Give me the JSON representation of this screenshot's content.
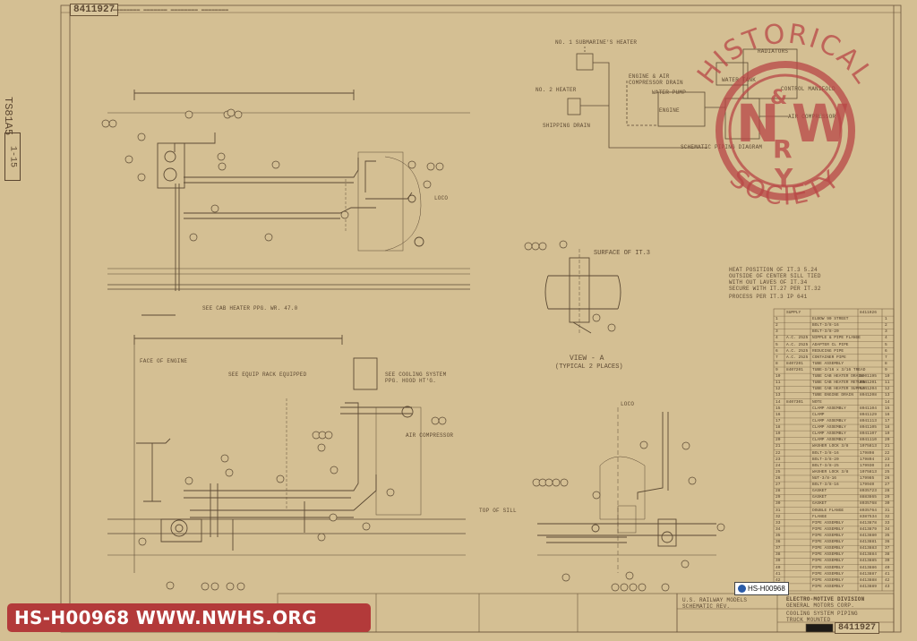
{
  "drawing": {
    "number": "8411927",
    "side_ref": "TS81A5",
    "side_code": "1-15"
  },
  "schematic": {
    "title": "SCHEMATIC PIPING DIAGRAM",
    "labels": [
      "NO. 1 SUBMARINE'S HEATER",
      "NO. 2 HEATER",
      "SHIPPING DRAIN",
      "ENGINE & AIR COMPRESSOR DRAIN",
      "WATER PUMP",
      "ENGINE",
      "WATER TANK",
      "RADIATORS",
      "CONTROL MANIFOLD",
      "AIR COMPRESSOR"
    ]
  },
  "views": {
    "view_a_title": "VIEW - A",
    "view_a_sub": "(TYPICAL 2 PLACES)",
    "surface_label": "SURFACE OF IT.3",
    "note_text": [
      "HEAT POSITION OF IT.3 5.24",
      "OUTSIDE OF CENTER SILL TIED",
      "WITH OUT LAVES OF IT.34",
      "SECURE WITH IT.27 PER IT.32"
    ],
    "process_note": "PROCESS PER IT.3 IP 641",
    "see_cab_heater": "SEE CAB HEATER PPG. WR. 47.0",
    "face_of_engine": "FACE OF ENGINE",
    "see_equip_rack": "SEE EQUIP RACK EQUIPPED",
    "see_cooling": "SEE COOLING SYSTEM PPG. HOOD HT'G.",
    "air_compressor": "AIR COMPRESSOR",
    "top_of_sill": "TOP OF SILL",
    "cl_loco_1": "LOCO",
    "cl_loco_2": "LOCO"
  },
  "title_block": {
    "company": "ELECTRO-MOTIVE DIVISION",
    "company_sub": "GENERAL MOTORS CORP.",
    "title1": "COOLING SYSTEM PIPING",
    "title2": "TRUCK MOUNTED",
    "left1": "U.S. RAILWAY MODELS",
    "left2": "SCHEMATIC REV.",
    "number": "8411927"
  },
  "bom": {
    "header": [
      "",
      "SUPPLY",
      "",
      "8411926"
    ],
    "rows": [
      [
        "1",
        "",
        "ELBOW 90 STREET",
        "",
        "1"
      ],
      [
        "2",
        "",
        "BOLT-3/8-16",
        "",
        "2"
      ],
      [
        "3",
        "",
        "BOLT-3/8-20",
        "",
        "3"
      ],
      [
        "4",
        "A.C. 2525",
        "NIPPLE & PIPE FLANGE",
        "",
        "4"
      ],
      [
        "5",
        "A.C. 2525",
        "ADAPTER CL PIPE",
        "",
        "5"
      ],
      [
        "6",
        "A.C. 2525",
        "REDUCING PIPE",
        "",
        "6"
      ],
      [
        "7",
        "A.C. 2525",
        "CONTAINER PIPE",
        "",
        "7"
      ],
      [
        "8",
        "8407201",
        "TUBE ASSEMBLY",
        "",
        "8"
      ],
      [
        "9",
        "8407201",
        "TUBE-3/16 x 3/16 TREAD",
        "",
        "9"
      ],
      [
        "10",
        "",
        "TUBE CAB HEATER DRAIN",
        "8001195",
        "10"
      ],
      [
        "11",
        "",
        "TUBE CAB HEATER RETURN",
        "8041201",
        "11"
      ],
      [
        "12",
        "",
        "TUBE CAB HEATER SUPPLY",
        "8041204",
        "12"
      ],
      [
        "13",
        "",
        "TUBE ENGINE DRAIN",
        "8041208",
        "13"
      ],
      [
        "14",
        "8407301",
        "NOTE",
        "",
        "14"
      ],
      [
        "15",
        "",
        "CLAMP ASSEMBLY",
        "8041104",
        "15"
      ],
      [
        "16",
        "",
        "CLAMP",
        "8041129",
        "16"
      ],
      [
        "17",
        "",
        "CLAMP ASSEMBLY",
        "8041113",
        "17"
      ],
      [
        "18",
        "",
        "CLAMP ASSEMBLY",
        "8041105",
        "18"
      ],
      [
        "19",
        "",
        "CLAMP ASSEMBLY",
        "8041107",
        "19"
      ],
      [
        "20",
        "",
        "CLAMP ASSEMBLY",
        "8041110",
        "20"
      ],
      [
        "21",
        "",
        "WASHER LOCK 3/8",
        "1075813",
        "21"
      ],
      [
        "22",
        "",
        "BOLT-3/8-16",
        "179898",
        "22"
      ],
      [
        "23",
        "",
        "BOLT-3/8-20",
        "179894",
        "23"
      ],
      [
        "24",
        "",
        "BOLT-3/8-25",
        "179930",
        "24"
      ],
      [
        "25",
        "",
        "WASHER LOCK 3/8",
        "1075813",
        "25"
      ],
      [
        "26",
        "",
        "NUT-3/8-16",
        "179985",
        "26"
      ],
      [
        "27",
        "",
        "BOLT-3/8-16",
        "179940",
        "27"
      ],
      [
        "28",
        "",
        "GASKET",
        "8035723",
        "28"
      ],
      [
        "29",
        "",
        "GASKET",
        "8883865",
        "29"
      ],
      [
        "30",
        "",
        "GASKET",
        "8035768",
        "30"
      ],
      [
        "31",
        "",
        "DOUBLE FLANGE",
        "8035764",
        "31"
      ],
      [
        "32",
        "",
        "FLANGE",
        "8387534",
        "32"
      ],
      [
        "33",
        "",
        "PIPE ASSEMBLY",
        "8413878",
        "33"
      ],
      [
        "34",
        "",
        "PIPE ASSEMBLY",
        "8413879",
        "34"
      ],
      [
        "35",
        "",
        "PIPE ASSEMBLY",
        "8413880",
        "35"
      ],
      [
        "36",
        "",
        "PIPE ASSEMBLY",
        "8413881",
        "36"
      ],
      [
        "37",
        "",
        "PIPE ASSEMBLY",
        "8413883",
        "37"
      ],
      [
        "38",
        "",
        "PIPE ASSEMBLY",
        "8413884",
        "38"
      ],
      [
        "39",
        "",
        "PIPE ASSEMBLY",
        "8413885",
        "39"
      ],
      [
        "40",
        "",
        "PIPE ASSEMBLY",
        "8413886",
        "40"
      ],
      [
        "41",
        "",
        "PIPE ASSEMBLY",
        "8413887",
        "41"
      ],
      [
        "42",
        "",
        "PIPE ASSEMBLY",
        "8413888",
        "42"
      ],
      [
        "43",
        "",
        "PIPE ASSEMBLY",
        "8413889",
        "43"
      ]
    ]
  },
  "logo": {
    "top_text": "HISTORICAL",
    "bottom_text": "SOCIETY",
    "letters": [
      "N",
      "&",
      "W",
      "R",
      "Y"
    ],
    "color": "#b84646"
  },
  "watermark": {
    "text": "HS-H00968   WWW.NWHS.ORG",
    "color": "#b33a3a"
  },
  "badge": {
    "text": "HS-H00968"
  }
}
